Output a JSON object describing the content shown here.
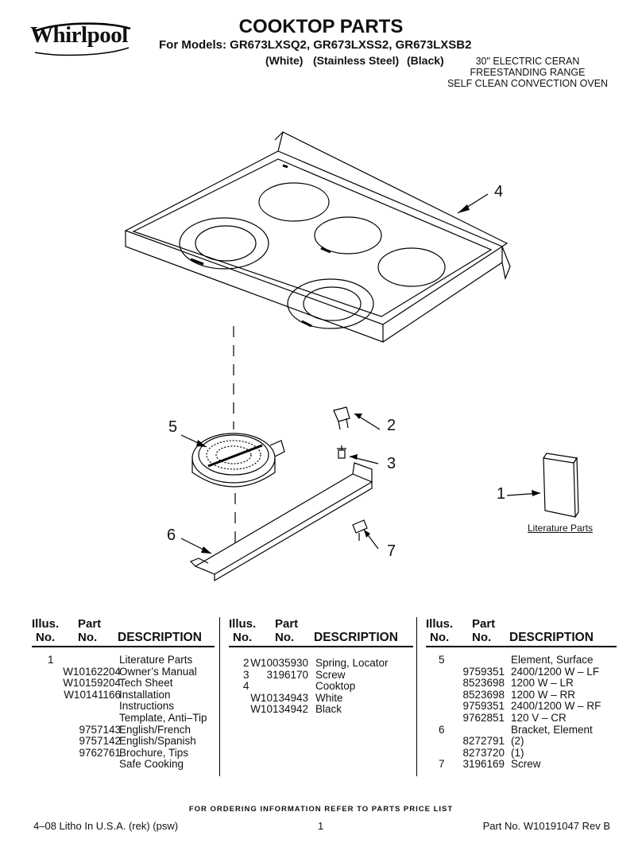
{
  "brand": "Whirlpool",
  "title": "COOKTOP PARTS",
  "models_line": "For Models: GR673LXSQ2, GR673LXSS2, GR673LXSB2",
  "model_colors": [
    "(White)",
    "(Stainless Steel)",
    "(Black)"
  ],
  "range_description": [
    "30\" ELECTRIC CERAN",
    "FREESTANDING RANGE",
    "SELF CLEAN CONVECTION OVEN"
  ],
  "callouts": [
    "4",
    "2",
    "3",
    "5",
    "1",
    "6",
    "7"
  ],
  "literature_label": "Literature Parts",
  "table": {
    "headers": {
      "illus_1": "Illus.",
      "illus_2": "No.",
      "part_1": "Part",
      "part_2": "No.",
      "desc": "DESCRIPTION"
    },
    "columns": [
      [
        {
          "illus": "1",
          "part": "",
          "desc": "Literature Parts"
        },
        {
          "illus": "",
          "part": "W10162204",
          "desc": "Owner’s Manual"
        },
        {
          "illus": "",
          "part": "W10159204",
          "desc": "Tech Sheet"
        },
        {
          "illus": "",
          "part": "W10141166",
          "desc": "Installation"
        },
        {
          "illus": "",
          "part": "",
          "desc": "Instructions"
        },
        {
          "illus": "",
          "part": "",
          "desc": "Template, Anti–Tip"
        },
        {
          "illus": "",
          "part": "9757143",
          "desc": "English/French"
        },
        {
          "illus": "",
          "part": "9757142",
          "desc": "English/Spanish"
        },
        {
          "illus": "",
          "part": "9762761",
          "desc": "Brochure, Tips"
        },
        {
          "illus": "",
          "part": "",
          "desc": "Safe Cooking"
        }
      ],
      [
        {
          "illus": "2",
          "part": "W10035930",
          "desc": "Spring, Locator"
        },
        {
          "illus": "3",
          "part": "3196170",
          "desc": "Screw"
        },
        {
          "illus": "4",
          "part": "",
          "desc": "Cooktop"
        },
        {
          "illus": "",
          "part": "W10134943",
          "desc": "White"
        },
        {
          "illus": "",
          "part": "W10134942",
          "desc": "Black"
        }
      ],
      [
        {
          "illus": "5",
          "part": "",
          "desc": "Element, Surface"
        },
        {
          "illus": "",
          "part": "9759351",
          "desc": "2400/1200 W – LF"
        },
        {
          "illus": "",
          "part": "8523698",
          "desc": "1200 W – LR"
        },
        {
          "illus": "",
          "part": "8523698",
          "desc": "1200 W – RR"
        },
        {
          "illus": "",
          "part": "9759351",
          "desc": "2400/1200 W – RF"
        },
        {
          "illus": "",
          "part": "9762851",
          "desc": "120 V – CR"
        },
        {
          "illus": "6",
          "part": "",
          "desc": "Bracket, Element"
        },
        {
          "illus": "",
          "part": "8272791",
          "desc": "(2)"
        },
        {
          "illus": "",
          "part": "8273720",
          "desc": "(1)"
        },
        {
          "illus": "7",
          "part": "3196169",
          "desc": "Screw"
        }
      ]
    ]
  },
  "ordering_note": "FOR ORDERING INFORMATION REFER TO PARTS PRICE LIST",
  "footer": {
    "left": "4–08 Litho In U.S.A. (rek) (psw)",
    "center": "1",
    "right": "Part No. W10191047 Rev B"
  }
}
